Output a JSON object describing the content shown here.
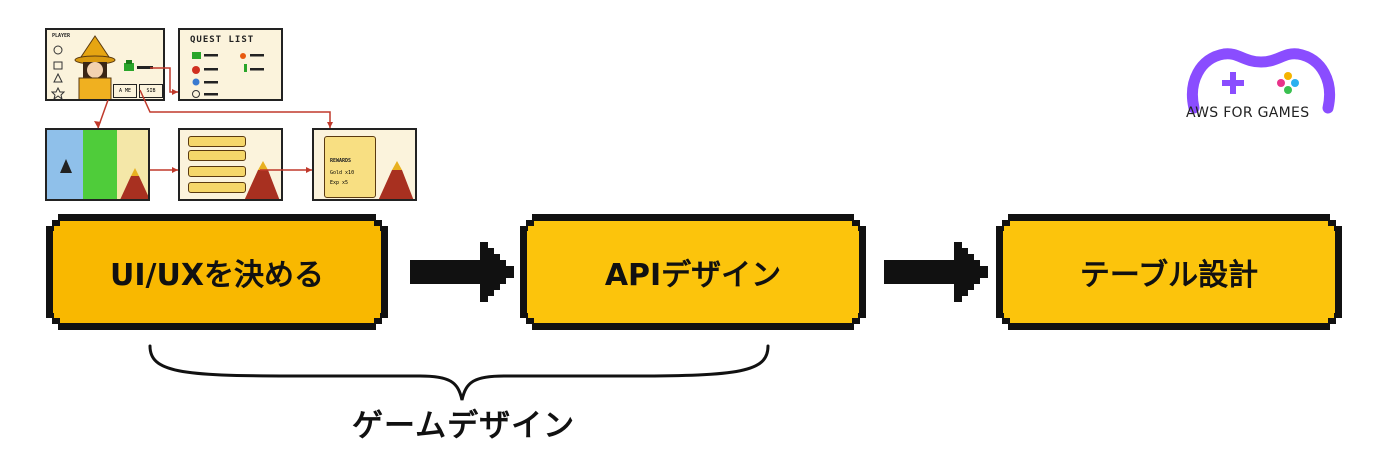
{
  "wireframes": {
    "player_title": "PLAYER",
    "quest_title": "QUEST LIST",
    "button_a": "A ME",
    "button_b": "SIB",
    "reward_title": "REWARDS",
    "reward_item_1": "Gold x10",
    "reward_item_2": "Exp x5"
  },
  "steps": [
    {
      "label": "UI/UXを決める",
      "color": "#f9b800"
    },
    {
      "label": "APIデザイン",
      "color": "#fcc40c"
    },
    {
      "label": "テーブル設計",
      "color": "#fcc40c"
    }
  ],
  "group_label": "ゲームデザイン",
  "logo": {
    "text": "AWS FOR GAMES",
    "color": "#8a4dff"
  }
}
